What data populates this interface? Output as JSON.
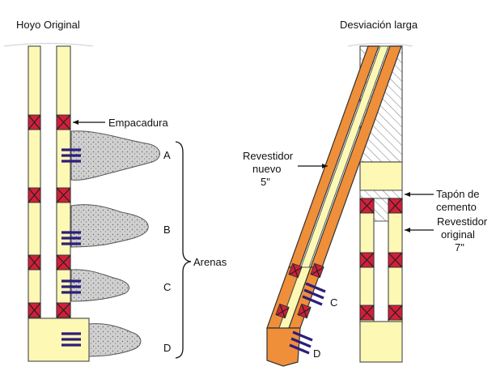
{
  "left_panel": {
    "title": "Hoyo Original",
    "labels": {
      "packer": "Empacadura",
      "sand_a": "A",
      "sand_b": "B",
      "sand_c": "C",
      "sand_d": "D",
      "sands_group": "Arenas"
    }
  },
  "right_panel": {
    "title": "Desviación larga",
    "labels": {
      "new_casing_line1": "Revestidor",
      "new_casing_line2": "nuevo",
      "new_casing_line3": "5\"",
      "cement_plug_line1": "Tapón de",
      "cement_plug_line2": "cemento",
      "orig_casing_line1": "Revestidor",
      "orig_casing_line2": "original",
      "orig_casing_line3": "7\"",
      "zone_c": "C",
      "zone_d": "D"
    }
  },
  "colors": {
    "casing": "#fdf8b4",
    "packer": "#d21f3a",
    "sand": "#cfcfcf",
    "perforation": "#2e1d7a",
    "new_casing": "#ef8f3a"
  }
}
